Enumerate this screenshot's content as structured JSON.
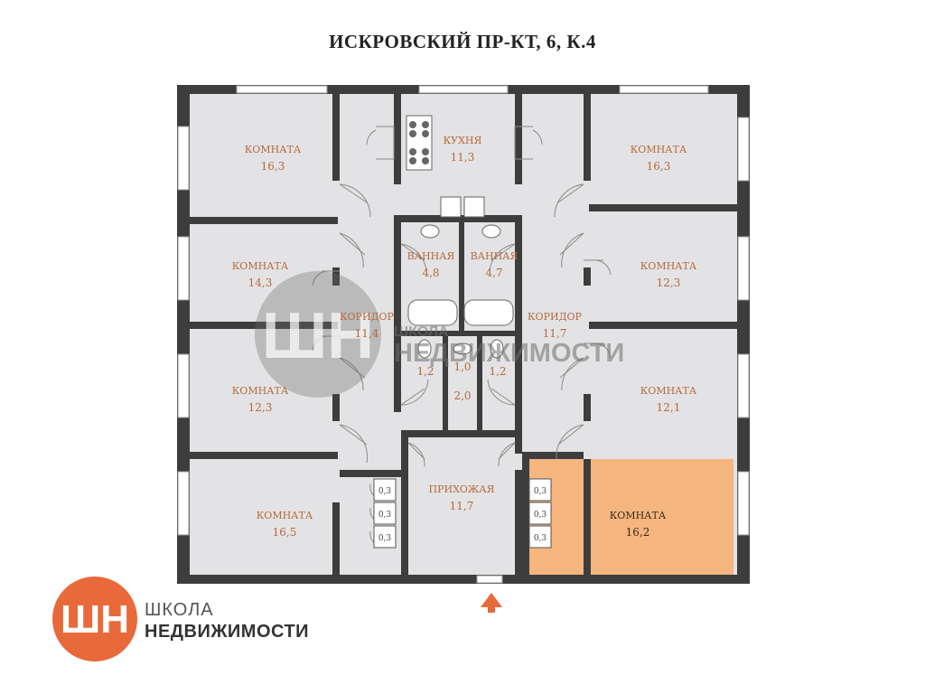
{
  "title": "ИСКРОВСКИЙ ПР-КТ, 6, К.4",
  "colors": {
    "wall": "#3d3d3d",
    "floor": "#e3e3e5",
    "highlight": "#f4b57e",
    "label": "#b7683a",
    "brand": "#e8693a"
  },
  "rooms": {
    "room_tl": {
      "label": "КОМНАТА",
      "area": "16,3"
    },
    "kitchen": {
      "label": "КУХНЯ",
      "area": "11,3"
    },
    "room_tr": {
      "label": "КОМНАТА",
      "area": "16,3"
    },
    "room_ml": {
      "label": "КОМНАТА",
      "area": "14,3"
    },
    "bath_l": {
      "label": "ВАННАЯ",
      "area": "4,8"
    },
    "bath_r": {
      "label": "ВАННАЯ",
      "area": "4,7"
    },
    "room_mr": {
      "label": "КОМНАТА",
      "area": "12,3"
    },
    "corr_l": {
      "label": "КОРИДОР",
      "area": "11,4"
    },
    "corr_r": {
      "label": "КОРИДОР",
      "area": "11,7"
    },
    "wc_l": {
      "area": "1,2"
    },
    "wc_m": {
      "area": "1,0"
    },
    "wc_r": {
      "area": "1,2"
    },
    "hall_small": {
      "area": "2,0"
    },
    "room_bl1": {
      "label": "КОМНАТА",
      "area": "12,3"
    },
    "room_br1": {
      "label": "КОМНАТА",
      "area": "12,1"
    },
    "room_bl2": {
      "label": "КОМНАТА",
      "area": "16,5"
    },
    "hallway": {
      "label": "ПРИХОЖАЯ",
      "area": "11,7"
    },
    "room_br2": {
      "label": "КОМНАТА",
      "area": "16,2"
    }
  },
  "closets_left": [
    "0,3",
    "0,3",
    "0,3"
  ],
  "closets_right": [
    "0,3",
    "0,3",
    "0,3"
  ],
  "watermark": {
    "mark": "ШН",
    "line1": "ШКОЛА",
    "line2": "НЕДВИЖИМОСТИ"
  },
  "logo": {
    "mark": "ШН",
    "line1": "ШКОЛА",
    "line2": "НЕДВИЖИМОСТИ"
  },
  "entrance_icon": "entrance-arrow-icon"
}
